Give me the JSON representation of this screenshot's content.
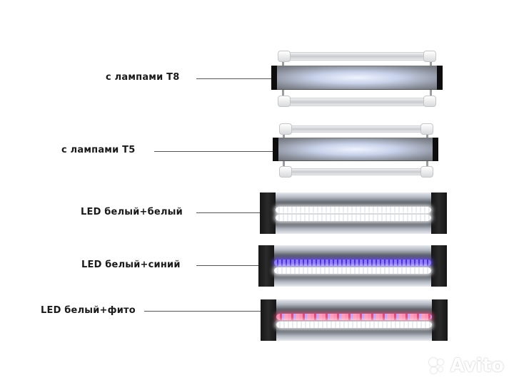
{
  "labels": {
    "t8": "с лампами T8",
    "t5": "с лампами T5",
    "led_white_white": "LED белый+белый",
    "led_white_blue": "LED белый+синий",
    "led_white_phyto": "LED белый+фито"
  },
  "watermark": {
    "text": "Avito",
    "icon": "avito-dots-icon"
  },
  "colors": {
    "background": "#ffffff",
    "label_text": "#1a1a1a",
    "leader_line": "#555555",
    "led_white": "#ffffff",
    "led_blue": "#5a3cf0",
    "led_phyto": "#ff6f9a"
  }
}
